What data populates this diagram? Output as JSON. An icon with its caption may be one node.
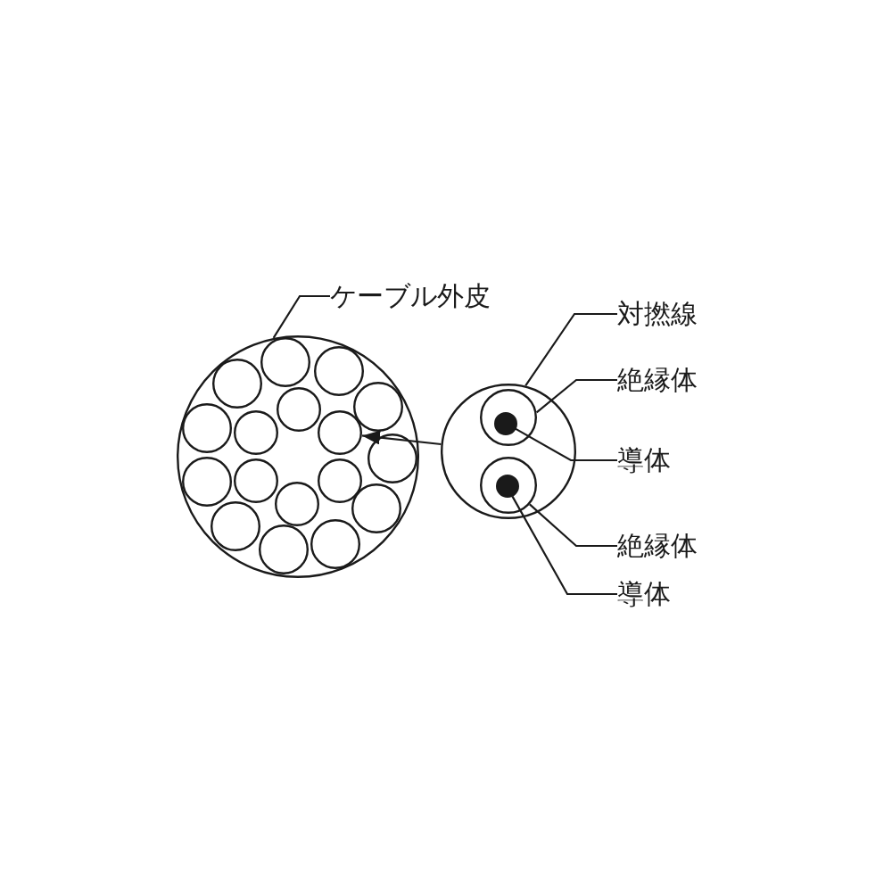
{
  "diagram": {
    "nodes": [
      {
        "text": [
          "ケーブル外皮"
        ]
      },
      {
        "text": [],
        "shape": "circle"
      },
      {
        "text": [],
        "shape": "circle",
        "in": 1
      },
      {
        "text": [],
        "shape": "circle",
        "in": 1
      },
      {
        "text": [],
        "shape": "circle",
        "in": 1
      },
      {
        "text": [],
        "shape": "circle",
        "in": 1
      },
      {
        "text": [],
        "shape": "circle",
        "in": 1
      },
      {
        "text": [],
        "shape": "circle",
        "in": 1
      },
      {
        "text": [],
        "shape": "circle",
        "in": 1
      },
      {
        "text": [],
        "shape": "circle",
        "in": 1
      },
      {
        "text": [],
        "shape": "circle",
        "in": 1
      },
      {
        "text": [],
        "shape": "circle",
        "in": 1
      },
      {
        "text": [],
        "shape": "circle",
        "in": 1
      },
      {
        "text": [],
        "shape": "circle",
        "in": 1
      },
      {
        "text": [],
        "shape": "circle",
        "in": 1
      },
      {
        "text": [],
        "shape": "circle",
        "in": 1
      },
      {
        "text": [],
        "shape": "circle",
        "in": 1
      },
      {
        "text": [],
        "shape": "circle",
        "in": 1
      },
      {
        "text": [],
        "shape": "circle",
        "in": 1
      },
      {
        "text": [],
        "shape": "circle"
      },
      {
        "text": [
          "対撚線"
        ]
      },
      {
        "text": [
          "絶縁体"
        ]
      },
      {
        "text": [],
        "shape": "circle",
        "in": 19
      },
      {
        "text": [
          "導体"
        ]
      },
      {
        "text": [],
        "shape": "circle",
        "in": 22
      },
      {
        "text": [
          "絶縁体"
        ]
      },
      {
        "text": [],
        "shape": "circle",
        "in": 19
      },
      {
        "text": [
          "導体"
        ]
      },
      {
        "text": [],
        "shape": "circle",
        "in": 26
      }
    ],
    "edges": [
      {
        "from": 0,
        "to": 1,
        "arrow": "none"
      },
      {
        "from": 19,
        "to": 2,
        "arrow": "to"
      },
      {
        "from": 20,
        "to": 19,
        "arrow": "none"
      },
      {
        "from": 21,
        "to": 22,
        "arrow": "none"
      },
      {
        "from": 23,
        "to": 24,
        "arrow": "none"
      },
      {
        "from": 25,
        "to": 26,
        "arrow": "none"
      },
      {
        "from": 27,
        "to": 28,
        "arrow": "none"
      }
    ]
  }
}
